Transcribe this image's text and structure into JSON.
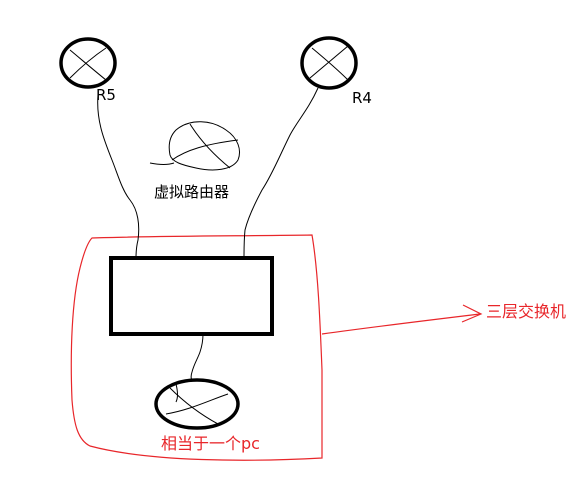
{
  "colors": {
    "ink": "#000000",
    "annotation": "#e8262a",
    "background": "#ffffff"
  },
  "icons": {
    "router_r5": "router-icon",
    "router_r4": "router-icon",
    "virtual_router": "router-sketch-icon",
    "pc": "router-icon"
  },
  "labels": {
    "r5": "R5",
    "r4": "R4",
    "virtual_router": "虚拟路由器",
    "l3_switch": "三层交换机",
    "pc_note": "相当于一个pc"
  }
}
